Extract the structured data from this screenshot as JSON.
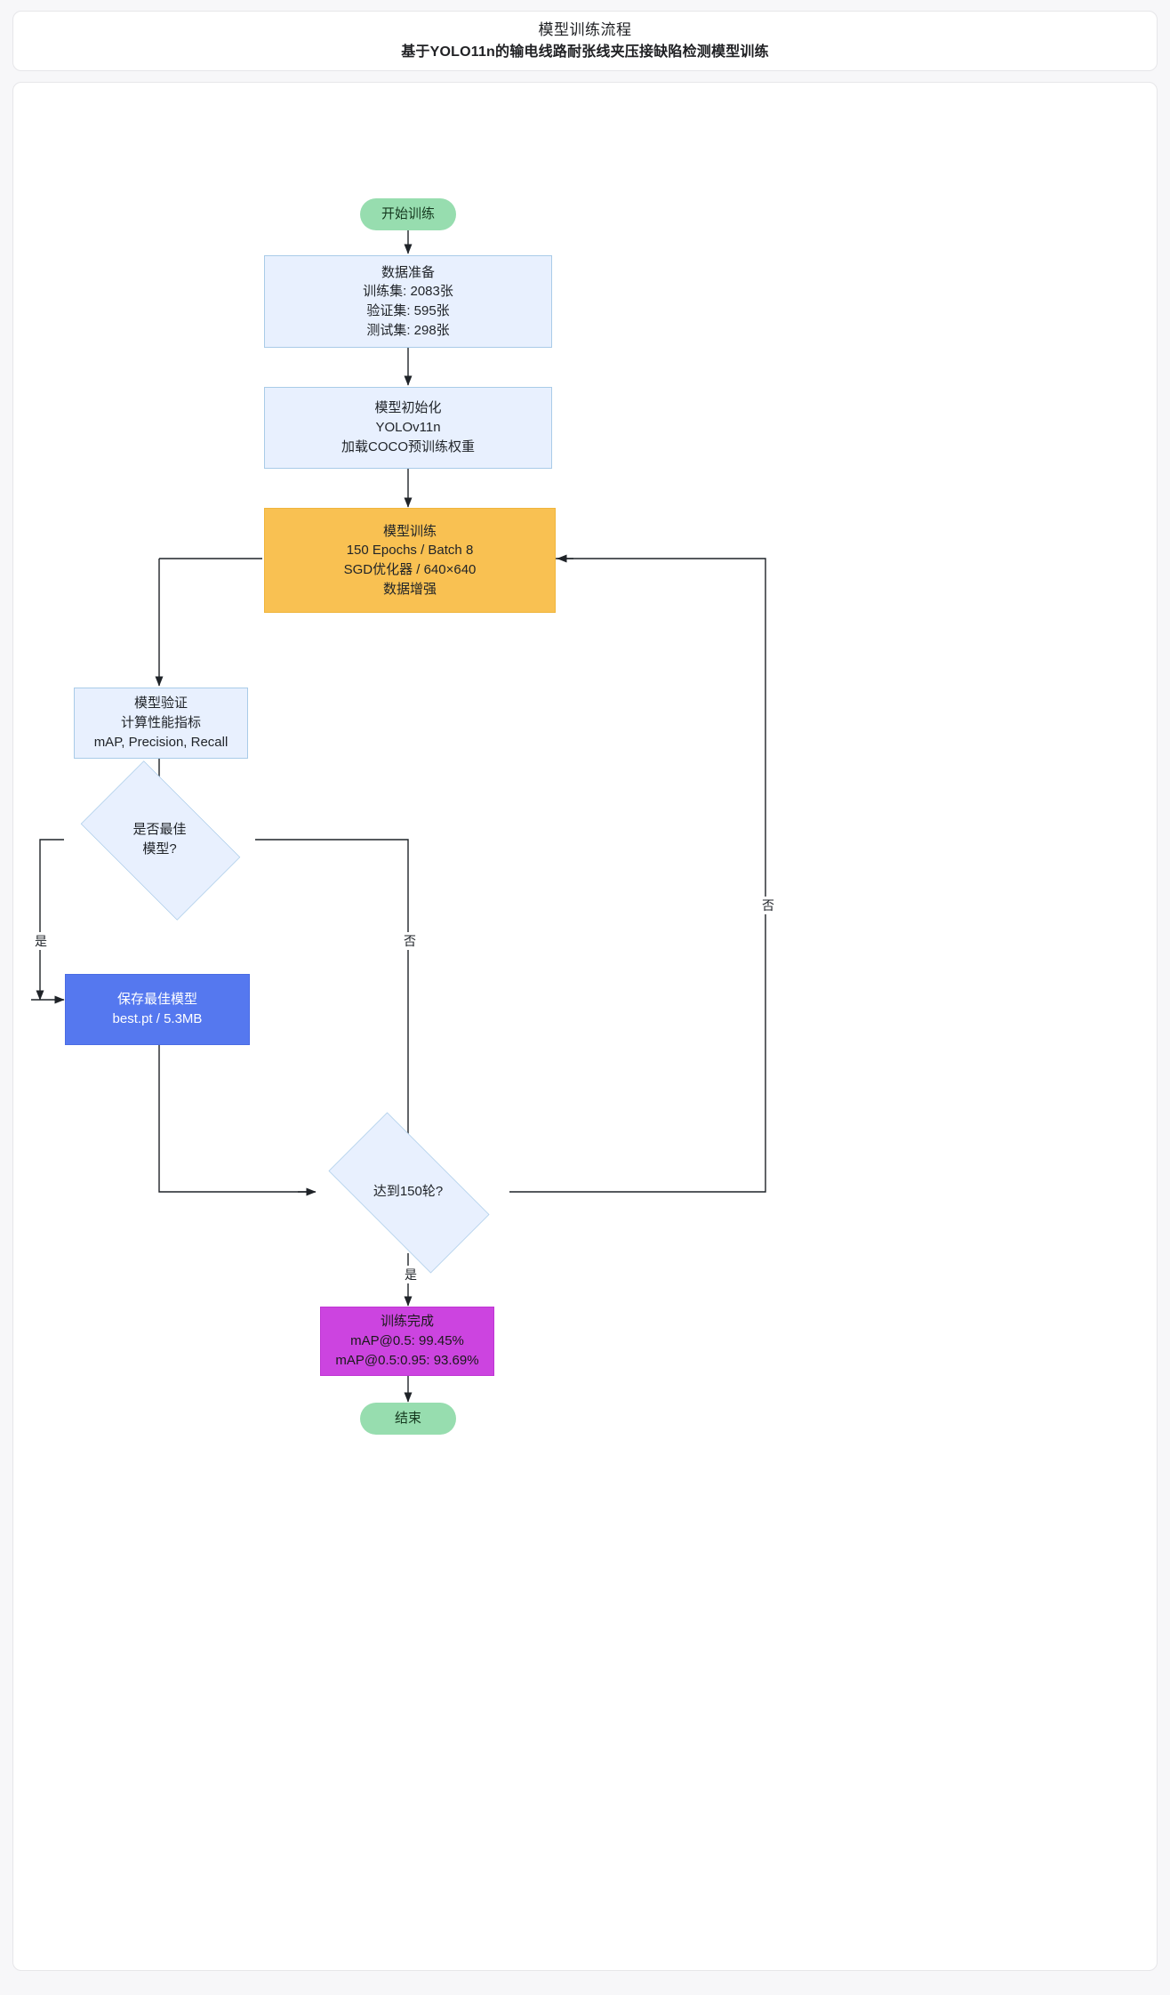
{
  "header": {
    "title": "模型训练流程",
    "subtitle": "基于YOLO11n的输电线路耐张线夹压接缺陷检测模型训练"
  },
  "colors": {
    "start_end": "#97ddaf",
    "process": "#e8f0fe",
    "process_border": "#a9cbe8",
    "train": "#f9c152",
    "save": "#5578ef",
    "done": "#cc44e0",
    "edge": "#1f2328",
    "card_bg": "#ffffff",
    "page_bg": "#f7f7f9"
  },
  "flow": {
    "nodes": {
      "start": {
        "label": "开始训练"
      },
      "data_prep": {
        "l1": "数据准备",
        "l2": "训练集: 2083张",
        "l3": "验证集: 595张",
        "l4": "测试集: 298张"
      },
      "model_init": {
        "l1": "模型初始化",
        "l2": "YOLOv11n",
        "l3": "加载COCO预训练权重"
      },
      "training": {
        "l1": "模型训练",
        "l2": "150 Epochs / Batch 8",
        "l3": "SGD优化器 / 640×640",
        "l4": "数据增强"
      },
      "validation": {
        "l1": "模型验证",
        "l2": "计算性能指标",
        "l3": "mAP, Precision, Recall"
      },
      "best_check": {
        "l1": "是否最佳",
        "l2": "模型?"
      },
      "save_best": {
        "l1": "保存最佳模型",
        "l2": "best.pt / 5.3MB"
      },
      "epoch_check": {
        "l1": "达到150轮?"
      },
      "finish": {
        "l1": "训练完成",
        "l2": "mAP@0.5: 99.45%",
        "l3": "mAP@0.5:0.95: 93.69%"
      },
      "end": {
        "label": "结束"
      }
    },
    "edge_labels": {
      "best_yes": "是",
      "best_no": "否",
      "epoch_no": "否",
      "epoch_yes": "是"
    }
  },
  "chart_data": {
    "type": "diagram",
    "title": "模型训练流程",
    "subtitle": "基于YOLO11n的输电线路耐张线夹压接缺陷检测模型训练",
    "orientation": "top-to-bottom",
    "nodes": [
      {
        "id": "start",
        "shape": "stadium",
        "text": "开始训练",
        "fill": "#97ddaf"
      },
      {
        "id": "data_prep",
        "shape": "rect",
        "text": "数据准备 / 训练集: 2083张 / 验证集: 595张 / 测试集: 298张",
        "fill": "#e8f0fe"
      },
      {
        "id": "model_init",
        "shape": "rect",
        "text": "模型初始化 / YOLOv11n / 加载COCO预训练权重",
        "fill": "#e8f0fe"
      },
      {
        "id": "training",
        "shape": "rect",
        "text": "模型训练 / 150 Epochs / Batch 8 / SGD优化器 / 640×640 / 数据增强",
        "fill": "#f9c152"
      },
      {
        "id": "validation",
        "shape": "rect",
        "text": "模型验证 / 计算性能指标 / mAP, Precision, Recall",
        "fill": "#e8f0fe"
      },
      {
        "id": "best_check",
        "shape": "diamond",
        "text": "是否最佳模型?",
        "fill": "#e8f0fe"
      },
      {
        "id": "save_best",
        "shape": "rect",
        "text": "保存最佳模型 / best.pt / 5.3MB",
        "fill": "#5578ef"
      },
      {
        "id": "epoch_check",
        "shape": "diamond",
        "text": "达到150轮?",
        "fill": "#e8f0fe"
      },
      {
        "id": "finish",
        "shape": "rect",
        "text": "训练完成 / mAP@0.5: 99.45% / mAP@0.5:0.95: 93.69%",
        "fill": "#cc44e0"
      },
      {
        "id": "end",
        "shape": "stadium",
        "text": "结束",
        "fill": "#97ddaf"
      }
    ],
    "edges": [
      {
        "from": "start",
        "to": "data_prep",
        "label": ""
      },
      {
        "from": "data_prep",
        "to": "model_init",
        "label": ""
      },
      {
        "from": "model_init",
        "to": "training",
        "label": ""
      },
      {
        "from": "training",
        "to": "validation",
        "label": ""
      },
      {
        "from": "validation",
        "to": "best_check",
        "label": ""
      },
      {
        "from": "best_check",
        "to": "save_best",
        "label": "是"
      },
      {
        "from": "best_check",
        "to": "epoch_check",
        "label": "否"
      },
      {
        "from": "save_best",
        "to": "epoch_check",
        "label": ""
      },
      {
        "from": "epoch_check",
        "to": "training",
        "label": "否"
      },
      {
        "from": "epoch_check",
        "to": "finish",
        "label": "是"
      },
      {
        "from": "finish",
        "to": "end",
        "label": ""
      }
    ],
    "metrics": {
      "train_images": 2083,
      "val_images": 595,
      "test_images": 298,
      "epochs": 150,
      "batch_size": 8,
      "image_size": "640×640",
      "optimizer": "SGD",
      "model": "YOLOv11n",
      "weights_file": "best.pt",
      "weights_size": "5.3MB",
      "mAP50": 99.45,
      "mAP50_95": 93.69
    }
  }
}
